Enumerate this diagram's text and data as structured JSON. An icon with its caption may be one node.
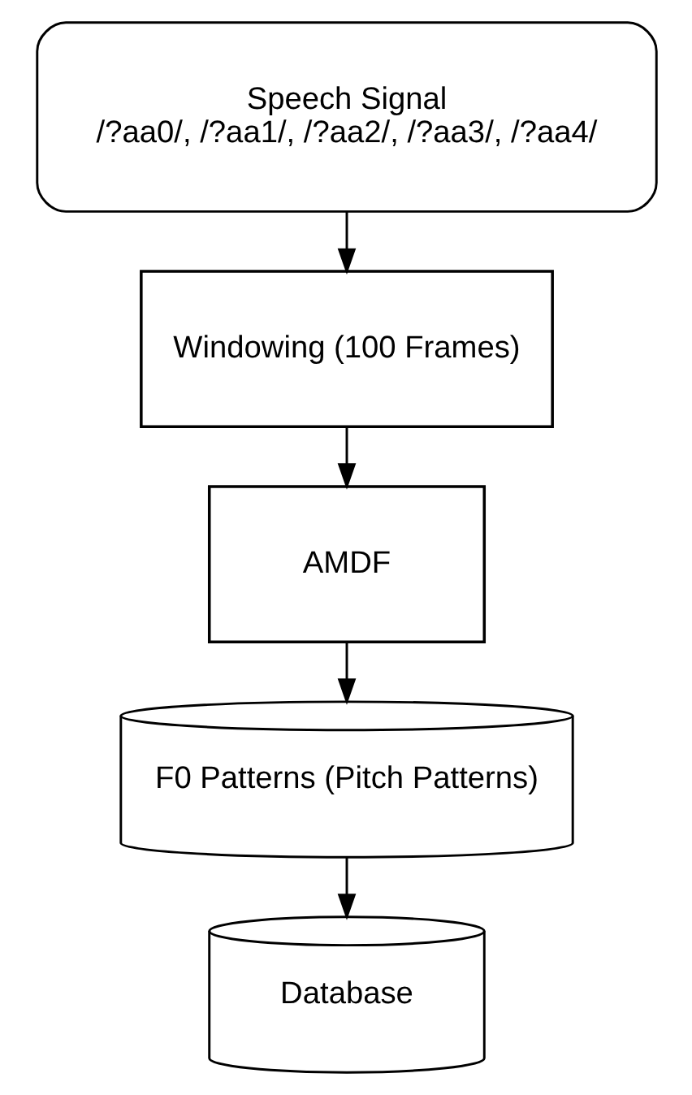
{
  "diagram": {
    "nodes": [
      {
        "text": [
          "Speech Signal",
          "/?aa0/, /?aa1/, /?aa2/, /?aa3/, /?aa4/"
        ]
      },
      {
        "text": [
          "Windowing (100 Frames)"
        ]
      },
      {
        "text": [
          "AMDF"
        ]
      },
      {
        "text": [
          "F0 Patterns (Pitch Patterns)"
        ]
      },
      {
        "text": [
          "Database"
        ]
      }
    ],
    "edges": [
      {
        "from": 0,
        "to": 1,
        "arrow": "to"
      },
      {
        "from": 1,
        "to": 2,
        "arrow": "to"
      },
      {
        "from": 2,
        "to": 3,
        "arrow": "to"
      },
      {
        "from": 3,
        "to": 4,
        "arrow": "to"
      }
    ]
  }
}
